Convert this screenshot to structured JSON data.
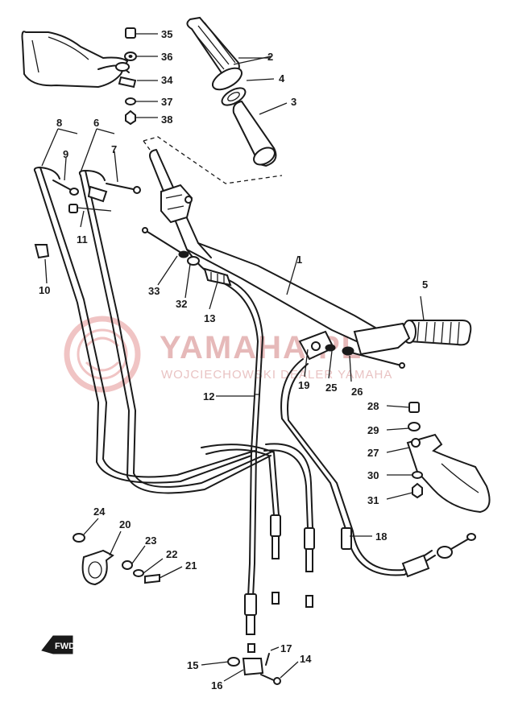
{
  "watermark": {
    "brand": "YAMAHA.PL",
    "dealer": "WOJCIECHOWSKI DEALER YAMAHA"
  },
  "direction_badge": "FWD",
  "callouts": {
    "c1": "1",
    "c2": "2",
    "c3": "3",
    "c4": "4",
    "c5": "5",
    "c6": "6",
    "c7": "7",
    "c8": "8",
    "c9": "9",
    "c10": "10",
    "c11": "11",
    "c12": "12",
    "c13": "13",
    "c14": "14",
    "c15": "15",
    "c16": "16",
    "c17": "17",
    "c18": "18",
    "c19": "19",
    "c20": "20",
    "c21": "21",
    "c22": "22",
    "c23": "23",
    "c24": "24",
    "c25": "25",
    "c26": "26",
    "c27": "27",
    "c28": "28",
    "c29": "29",
    "c30": "30",
    "c31": "31",
    "c32": "32",
    "c33": "33",
    "c34": "34",
    "c35": "35",
    "c36": "36",
    "c37": "37",
    "c38": "38"
  },
  "colors": {
    "line": "#1a1a1a",
    "watermark": "#e6b9b9"
  }
}
